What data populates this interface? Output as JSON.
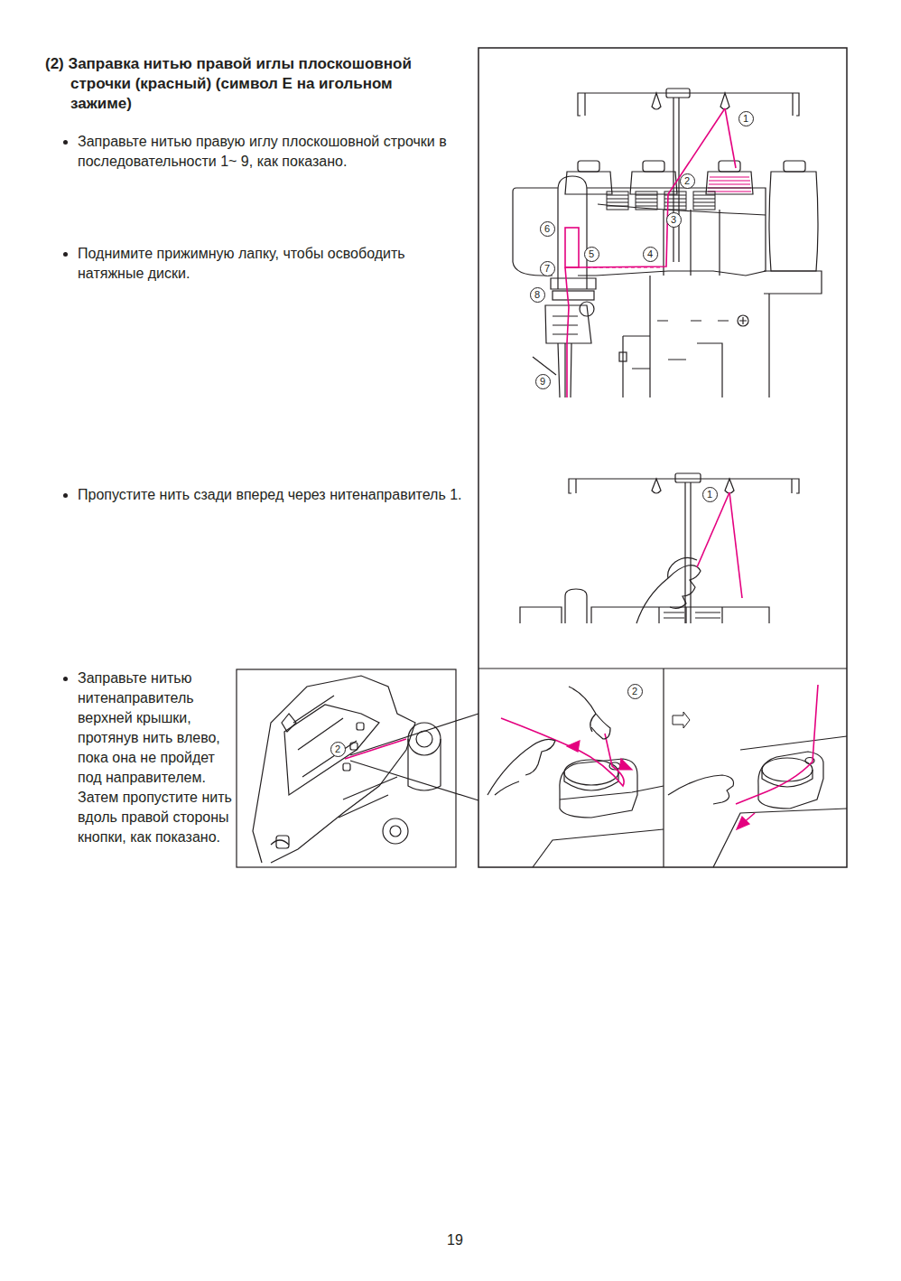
{
  "diagram": {
    "title": "(2) Заправка нитью правой иглы плоскошовной строчки (красный) (символ E на игольном зажиме)",
    "nodes": [
      {
        "text": [
          "1"
        ]
      },
      {
        "text": [
          "2"
        ]
      },
      {
        "text": [
          "3"
        ]
      },
      {
        "text": [
          "4"
        ]
      },
      {
        "text": [
          "5"
        ]
      },
      {
        "text": [
          "6"
        ]
      },
      {
        "text": [
          "7"
        ]
      },
      {
        "text": [
          "8"
        ]
      },
      {
        "text": [
          "9"
        ]
      },
      {
        "text": [
          "1"
        ]
      },
      {
        "text": [
          "2"
        ]
      },
      {
        "text": [
          "2"
        ]
      }
    ],
    "labels": [
      "Заправьте нитью правую иглу плоскошовной строчки в последовательности 1~ 9, как показано.",
      "Поднимите прижимную лапку, чтобы освободить натяжные диски.",
      "Пропустите нить сзади вперед через нитенаправитель 1.",
      "Заправьте нитью нитенаправитель верхней крышки, протянув нить влево, пока она не пройдет под направителем. Затем пропустите нить вдоль правой стороны кнопки, как показано.",
      "19"
    ]
  }
}
